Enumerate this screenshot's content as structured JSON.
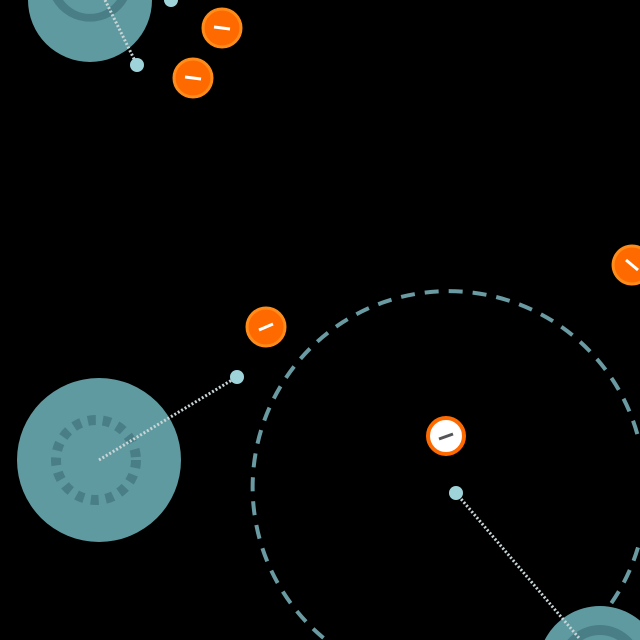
{
  "colors": {
    "background": "#000000",
    "planet": "#5f9aa1",
    "planet_dark": "#4a7e86",
    "tether": "#c8d4d6",
    "node": "#9fd3da",
    "enemy_fill": "#ff6a00",
    "enemy_ring": "#ff8c1a",
    "selected_fill": "#ffffff",
    "orbit_dash": "#6a9aa2"
  },
  "entities": {
    "planets": [
      "planet",
      "planet",
      "planet"
    ],
    "enemies": [
      "enemy-orb",
      "enemy-orb",
      "enemy-orb",
      "enemy-orb"
    ],
    "selected": "selected-orb",
    "orbit": "orbit-range-ring"
  }
}
